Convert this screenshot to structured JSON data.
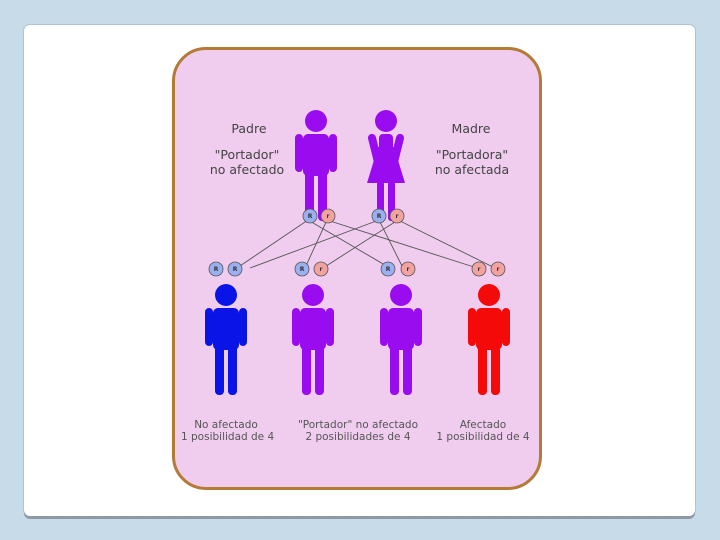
{
  "colors": {
    "background": "#c8dbe8",
    "panel": "#f0cdef",
    "panel_border": "#b47a36",
    "carrier": "#9a0cf0",
    "unaffected": "#0a14e6",
    "affected": "#f50a0a",
    "allele_dominant": "#9bb0f0",
    "allele_recessive": "#f2a39f"
  },
  "parents": {
    "father": {
      "title": "Padre",
      "status_line1": "\"Portador\"",
      "status_line2": "no afectado",
      "alleles": [
        "R",
        "r"
      ]
    },
    "mother": {
      "title": "Madre",
      "status_line1": "\"Portadora\"",
      "status_line2": "no afectada",
      "alleles": [
        "R",
        "r"
      ]
    }
  },
  "children": [
    {
      "alleles": [
        "R",
        "R"
      ],
      "label_line1": "No afectado",
      "label_line2": "1 posibilidad de 4",
      "color": "unaffected"
    },
    {
      "alleles": [
        "R",
        "r"
      ],
      "label_line1": "\"Portador\" no afectado",
      "label_line2": "2 posibilidades de 4",
      "color": "carrier"
    },
    {
      "alleles": [
        "R",
        "r"
      ],
      "label_line1": "",
      "label_line2": "",
      "color": "carrier"
    },
    {
      "alleles": [
        "r",
        "r"
      ],
      "label_line1": "Afectado",
      "label_line2": "1 posibilidad de 4",
      "color": "affected"
    }
  ]
}
